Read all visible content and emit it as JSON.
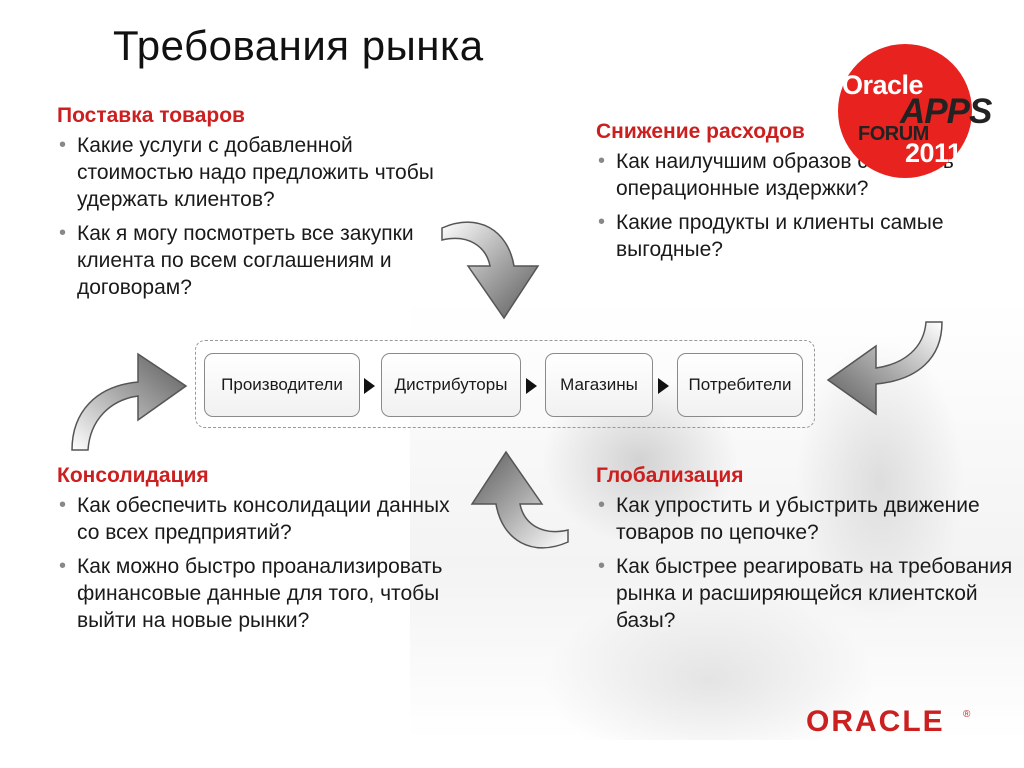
{
  "title": "Требования рынка",
  "sections": {
    "supply": {
      "heading": "Поставка товаров",
      "items": [
        "Какие услуги с добавленной стоимостью надо предложить чтобы удержать клиентов?",
        "Как я могу посмотреть все закупки клиента по всем соглашениям и договорам?"
      ]
    },
    "cost": {
      "heading": "Снижение расходов",
      "items": [
        "Как наилучшим образов сократить операционные издержки?",
        "Какие продукты и клиенты самые выгодные?"
      ]
    },
    "consolidation": {
      "heading": "Консолидация",
      "items": [
        "Как обеспечить консолидации данных со всех предприятий?",
        "Как можно быстро проанализировать финансовые данные для того, чтобы выйти на новые рынки?"
      ]
    },
    "globalization": {
      "heading": "Глобализация",
      "items": [
        "Как упростить и убыстрить движение товаров по цепочке?",
        "Как быстрее реагировать на требования рынка и расширяющейся клиентской базы?"
      ]
    }
  },
  "chain": [
    "Производители",
    "Дистрибуторы",
    "Магазины",
    "Потребители"
  ],
  "event_logo": {
    "line1": "Oracle",
    "line2": "APPS",
    "line3": "FORUM",
    "line4": "2011"
  },
  "brand": "ORACLE",
  "brand_mark": "®",
  "colors": {
    "accent_red": "#cc1f1f",
    "logo_red": "#e8221e",
    "arrow_gray": "#7d7d7d"
  }
}
